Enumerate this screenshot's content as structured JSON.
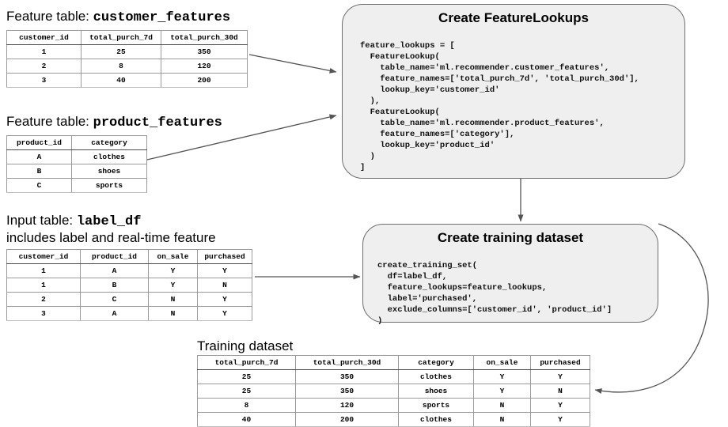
{
  "customer_features": {
    "caption_prefix": "Feature table: ",
    "caption_name": "customer_features",
    "columns": [
      "customer_id",
      "total_purch_7d",
      "total_purch_30d"
    ],
    "rows": [
      [
        "1",
        "25",
        "350"
      ],
      [
        "2",
        "8",
        "120"
      ],
      [
        "3",
        "40",
        "200"
      ]
    ]
  },
  "product_features": {
    "caption_prefix": "Feature table: ",
    "caption_name": "product_features",
    "columns": [
      "product_id",
      "category"
    ],
    "rows": [
      [
        "A",
        "clothes"
      ],
      [
        "B",
        "shoes"
      ],
      [
        "C",
        "sports"
      ]
    ]
  },
  "label_df": {
    "caption_prefix": "Input table: ",
    "caption_name": "label_df",
    "caption_line2": "includes label and real-time feature",
    "columns": [
      "customer_id",
      "product_id",
      "on_sale",
      "purchased"
    ],
    "rows": [
      [
        "1",
        "A",
        "Y",
        "Y"
      ],
      [
        "1",
        "B",
        "Y",
        "N"
      ],
      [
        "2",
        "C",
        "N",
        "Y"
      ],
      [
        "3",
        "A",
        "N",
        "Y"
      ]
    ]
  },
  "training_dataset": {
    "caption": "Training dataset",
    "columns": [
      "total_purch_7d",
      "total_purch_30d",
      "category",
      "on_sale",
      "purchased"
    ],
    "rows": [
      [
        "25",
        "350",
        "clothes",
        "Y",
        "Y"
      ],
      [
        "25",
        "350",
        "shoes",
        "Y",
        "N"
      ],
      [
        "8",
        "120",
        "sports",
        "N",
        "Y"
      ],
      [
        "40",
        "200",
        "clothes",
        "N",
        "Y"
      ]
    ]
  },
  "feature_lookups_box": {
    "title": "Create FeatureLookups",
    "code_lines": [
      "feature_lookups = [",
      "  FeatureLookup(",
      "    table_name='ml.recommender.customer_features',",
      "    feature_names=['total_purch_7d', 'total_purch_30d'],",
      "    lookup_key='customer_id'",
      "  ),",
      "  FeatureLookup(",
      "    table_name='ml.recommender.product_features',",
      "    feature_names=['category'],",
      "    lookup_key='product_id'",
      "  )",
      "]"
    ]
  },
  "training_set_box": {
    "title": "Create training dataset",
    "code_lines": [
      "create_training_set(",
      "  df=label_df,",
      "  feature_lookups=feature_lookups,",
      "  label='purchased',",
      "  exclude_columns=['customer_id', 'product_id']",
      ")"
    ]
  },
  "colors": {
    "box_fill": "#efefef",
    "box_border": "#6e6e6e",
    "arrow": "#545454",
    "table_border": "#9a9a9a",
    "text": "#000000"
  }
}
